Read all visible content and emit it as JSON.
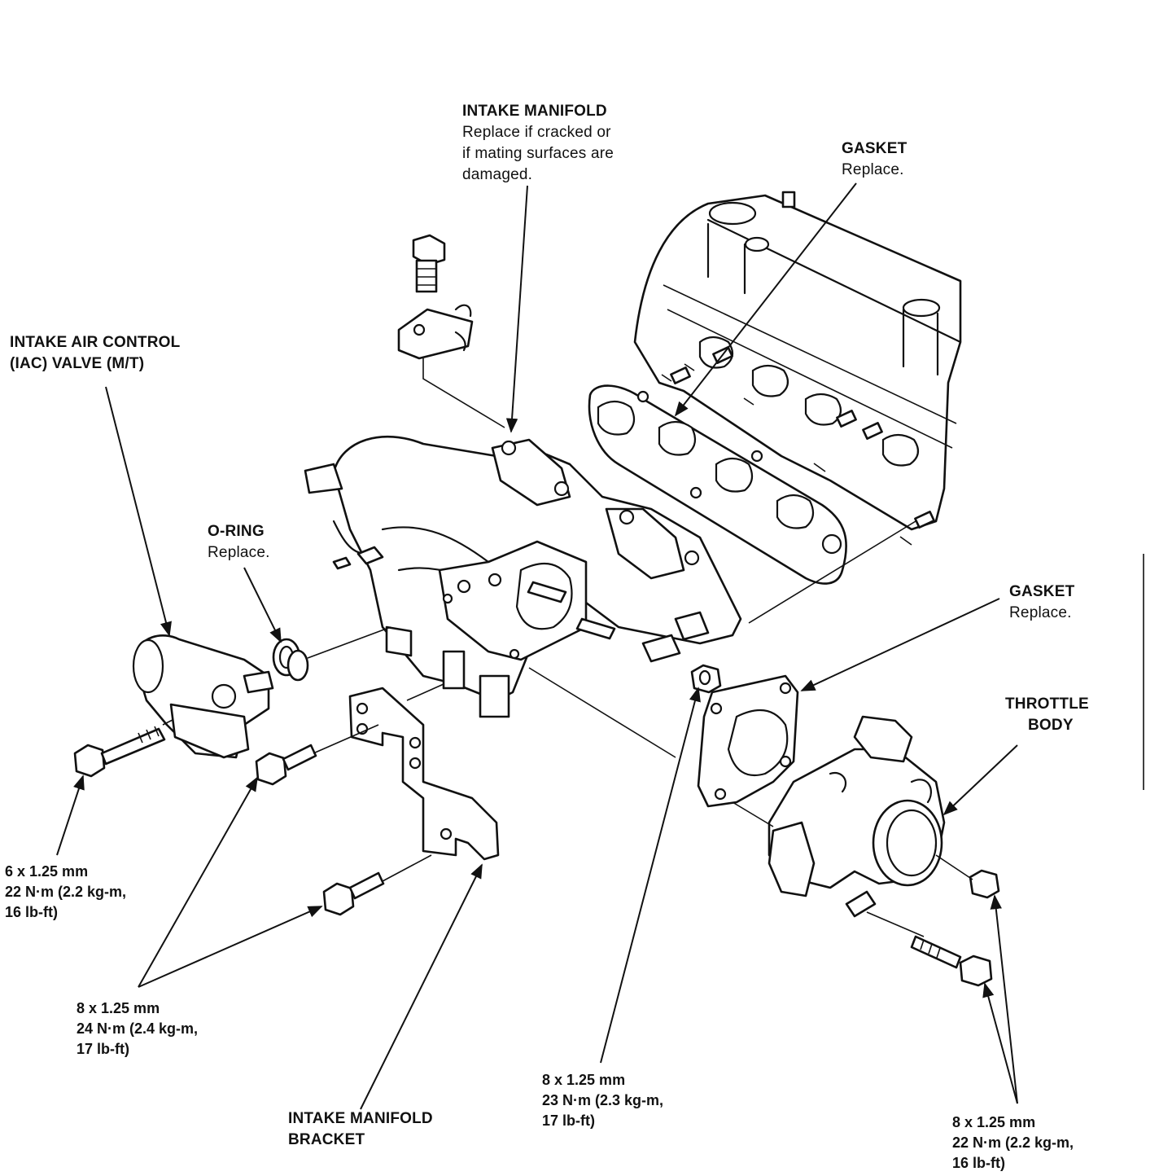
{
  "labels": {
    "intake_manifold": {
      "title": "INTAKE MANIFOLD",
      "note": [
        "Replace if cracked or",
        "if mating surfaces are",
        "damaged."
      ]
    },
    "gasket_head": {
      "title": "GASKET",
      "note": "Replace."
    },
    "iac_valve": {
      "title_line1": "INTAKE AIR CONTROL",
      "title_line2": "(IAC) VALVE (M/T)"
    },
    "o_ring": {
      "title": "O-RING",
      "note": "Replace."
    },
    "gasket_throttle": {
      "title": "GASKET",
      "note": "Replace."
    },
    "throttle_body": {
      "title_line1": "THROTTLE",
      "title_line2": "BODY"
    },
    "manifold_bracket": {
      "title_line1": "INTAKE MANIFOLD",
      "title_line2": "BRACKET"
    }
  },
  "specs": {
    "iac_bolt": [
      "6 x 1.25 mm",
      "22 N·m (2.2 kg-m,",
      "16 lb-ft)"
    ],
    "bracket_bolts": [
      "8 x 1.25 mm",
      "24 N·m (2.4 kg-m,",
      "17 lb-ft)"
    ],
    "throttle_nut": [
      "8 x 1.25 mm",
      "23 N·m (2.3 kg-m,",
      "17 lb-ft)"
    ],
    "throttle_bolts": [
      "8 x 1.25 mm",
      "22 N·m (2.2 kg-m,",
      "16 lb-ft)"
    ]
  },
  "colors": {
    "ink": "#111111",
    "paper": "#ffffff"
  }
}
